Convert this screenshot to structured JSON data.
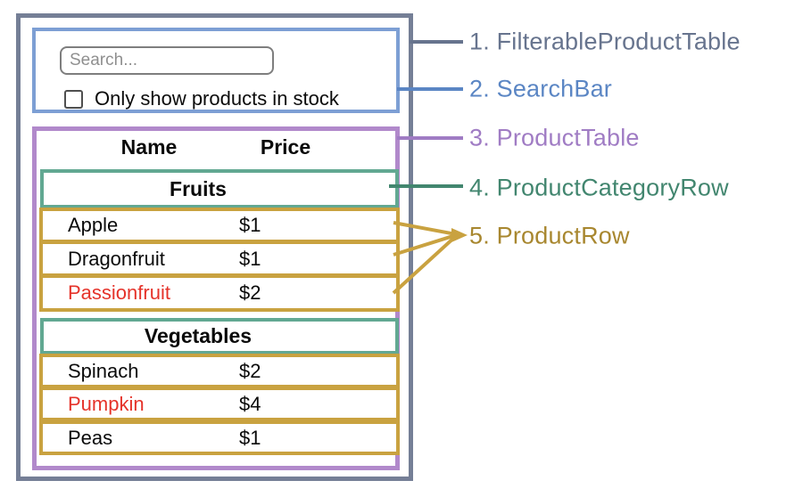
{
  "search_bar": {
    "input_placeholder": "Search...",
    "input_value": "",
    "checkbox_label": "Only show products in stock",
    "checkbox_checked": false
  },
  "product_table": {
    "header": {
      "name": "Name",
      "price": "Price"
    },
    "sections": [
      {
        "category": "Fruits",
        "rows": [
          {
            "name": "Apple",
            "price": "$1",
            "out_of_stock": false
          },
          {
            "name": "Dragonfruit",
            "price": "$1",
            "out_of_stock": false
          },
          {
            "name": "Passionfruit",
            "price": "$2",
            "out_of_stock": true
          }
        ]
      },
      {
        "category": "Vegetables",
        "rows": [
          {
            "name": "Spinach",
            "price": "$2",
            "out_of_stock": false
          },
          {
            "name": "Pumpkin",
            "price": "$4",
            "out_of_stock": true
          },
          {
            "name": "Peas",
            "price": "$1",
            "out_of_stock": false
          }
        ]
      }
    ]
  },
  "legend": [
    {
      "label": "1. FilterableProductTable",
      "color": "#67748e"
    },
    {
      "label": "2. SearchBar",
      "color": "#5b86c4"
    },
    {
      "label": "3. ProductTable",
      "color": "#a07cc4"
    },
    {
      "label": "4. ProductCategoryRow",
      "color": "#42866f"
    },
    {
      "label": "5. ProductRow",
      "color": "#a8872f"
    }
  ],
  "colors": {
    "outer_border": "#757f96",
    "searchbar_border": "#7d9fd4",
    "table_border": "#b189cb",
    "category_border": "#62a892",
    "row_border": "#c9a240",
    "out_of_stock_text": "#e5332a",
    "connector_gold": "#c9a240"
  }
}
